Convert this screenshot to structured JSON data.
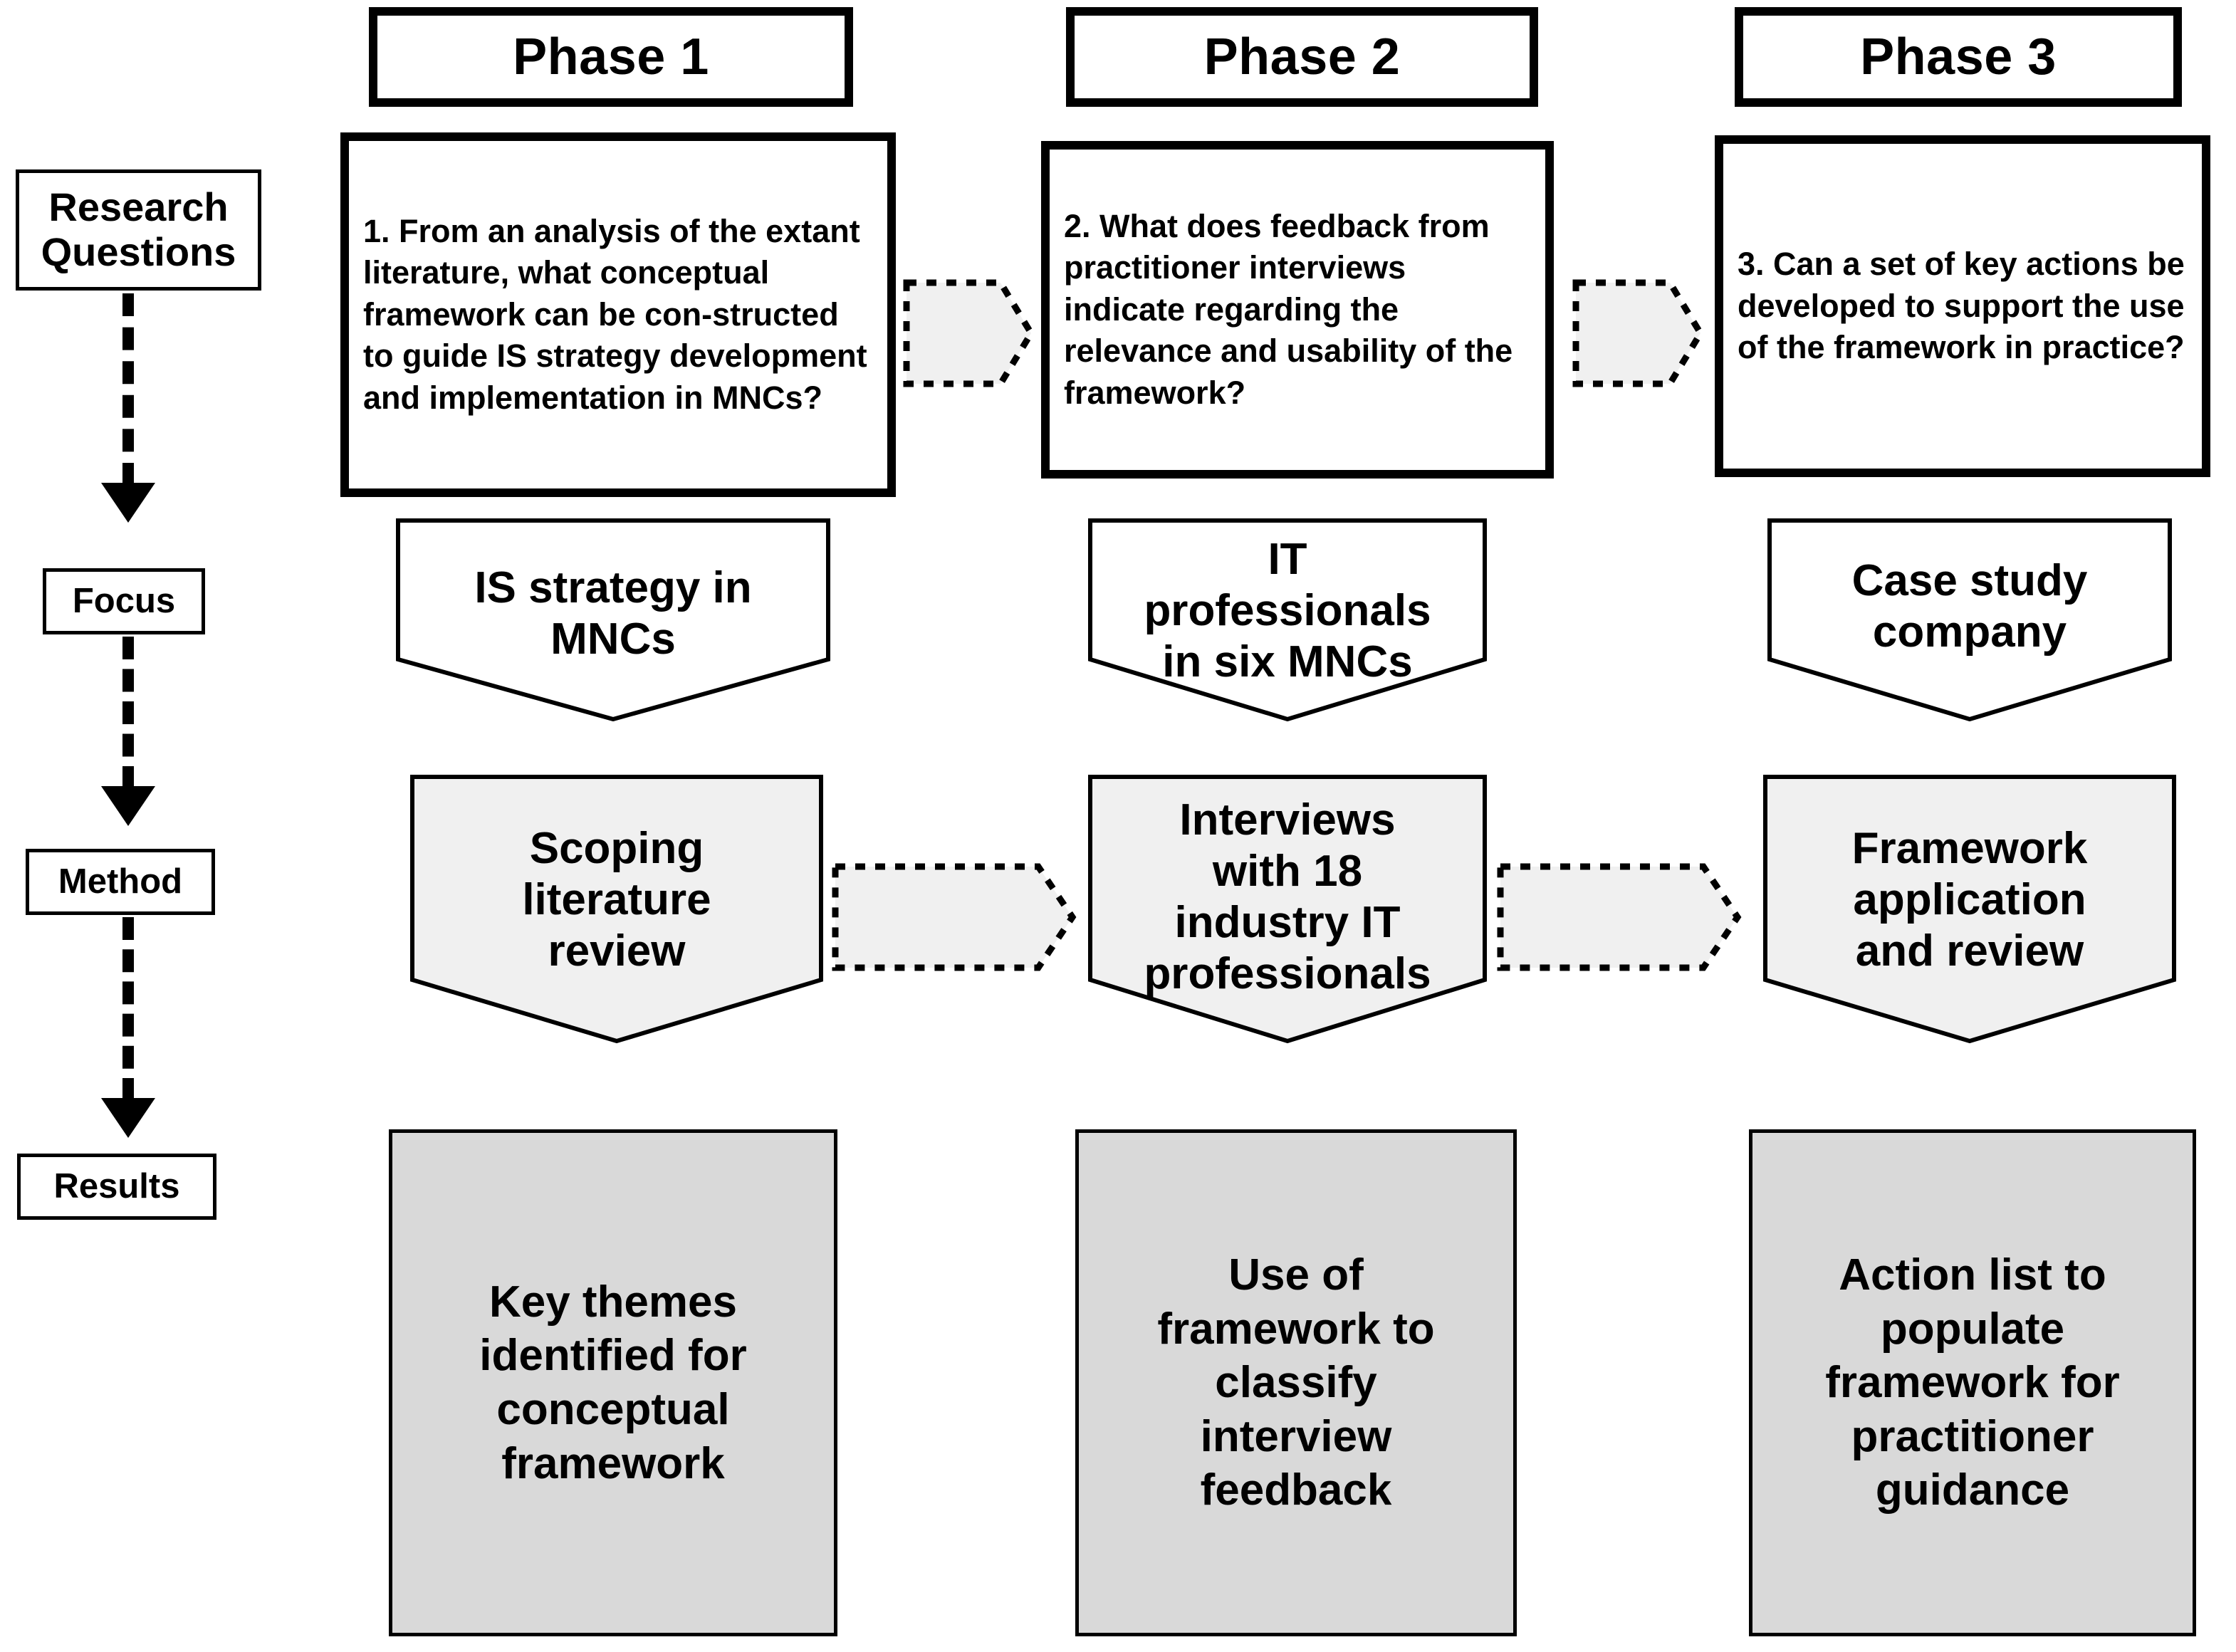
{
  "diagram": {
    "title": "Three-phase research design",
    "colors": {
      "stroke": "#000000",
      "method_fill": "#f0f0f0",
      "result_fill": "#d9d9d9",
      "connector_fill": "#f0f0f0",
      "background": "#ffffff"
    }
  },
  "row_labels": [
    {
      "label": "Research\nQuestions",
      "name": "research-questions"
    },
    {
      "label": "Focus",
      "name": "focus"
    },
    {
      "label": "Method",
      "name": "method"
    },
    {
      "label": "Results",
      "name": "results"
    }
  ],
  "row_labels_flat": {
    "research_questions": "Research Questions",
    "research_questions_line1": "Research",
    "research_questions_line2": "Questions",
    "focus": "Focus",
    "method": "Method",
    "results": "Results"
  },
  "phases": [
    {
      "header": "Phase 1",
      "research_question": "1. From an analysis of the extant literature, what conceptual framework can be con-structed to guide IS strategy development and implementation in MNCs?",
      "focus_line1": "IS strategy in",
      "focus_line2": "MNCs",
      "method_line1": "Scoping",
      "method_line2": "literature",
      "method_line3": "review",
      "result_line1": "Key themes",
      "result_line2": "identified for",
      "result_line3": "conceptual",
      "result_line4": "framework"
    },
    {
      "header": "Phase 2",
      "research_question": "2. What does feedback from practitioner interviews indicate regarding the relevance and usability of the framework?",
      "focus_line1": "IT",
      "focus_line2": "professionals",
      "focus_line3": "in six MNCs",
      "method_line1": "Interviews",
      "method_line2": "with 18",
      "method_line3": "industry IT",
      "method_line4": "professionals",
      "result_line1": "Use of",
      "result_line2": "framework to",
      "result_line3": "classify",
      "result_line4": "interview",
      "result_line5": "feedback"
    },
    {
      "header": "Phase 3",
      "research_question": "3. Can a set of key actions be developed to support the use of the framework in practice?",
      "focus_line1": "Case study",
      "focus_line2": "company",
      "method_line1": "Framework",
      "method_line2": "application",
      "method_line3": "and review",
      "result_line1": "Action list to",
      "result_line2": "populate",
      "result_line3": "framework for",
      "result_line4": "practitioner",
      "result_line5": "guidance"
    }
  ],
  "connectors": {
    "rq_1_to_2": "dotted-arrow-right",
    "rq_2_to_3": "dotted-arrow-right",
    "method_1_to_2": "dotted-arrow-right",
    "method_2_to_3": "dotted-arrow-right",
    "stage_rq_to_focus": "dashed-arrow-down",
    "stage_focus_to_method": "dashed-arrow-down",
    "stage_method_to_results": "dashed-arrow-down"
  }
}
